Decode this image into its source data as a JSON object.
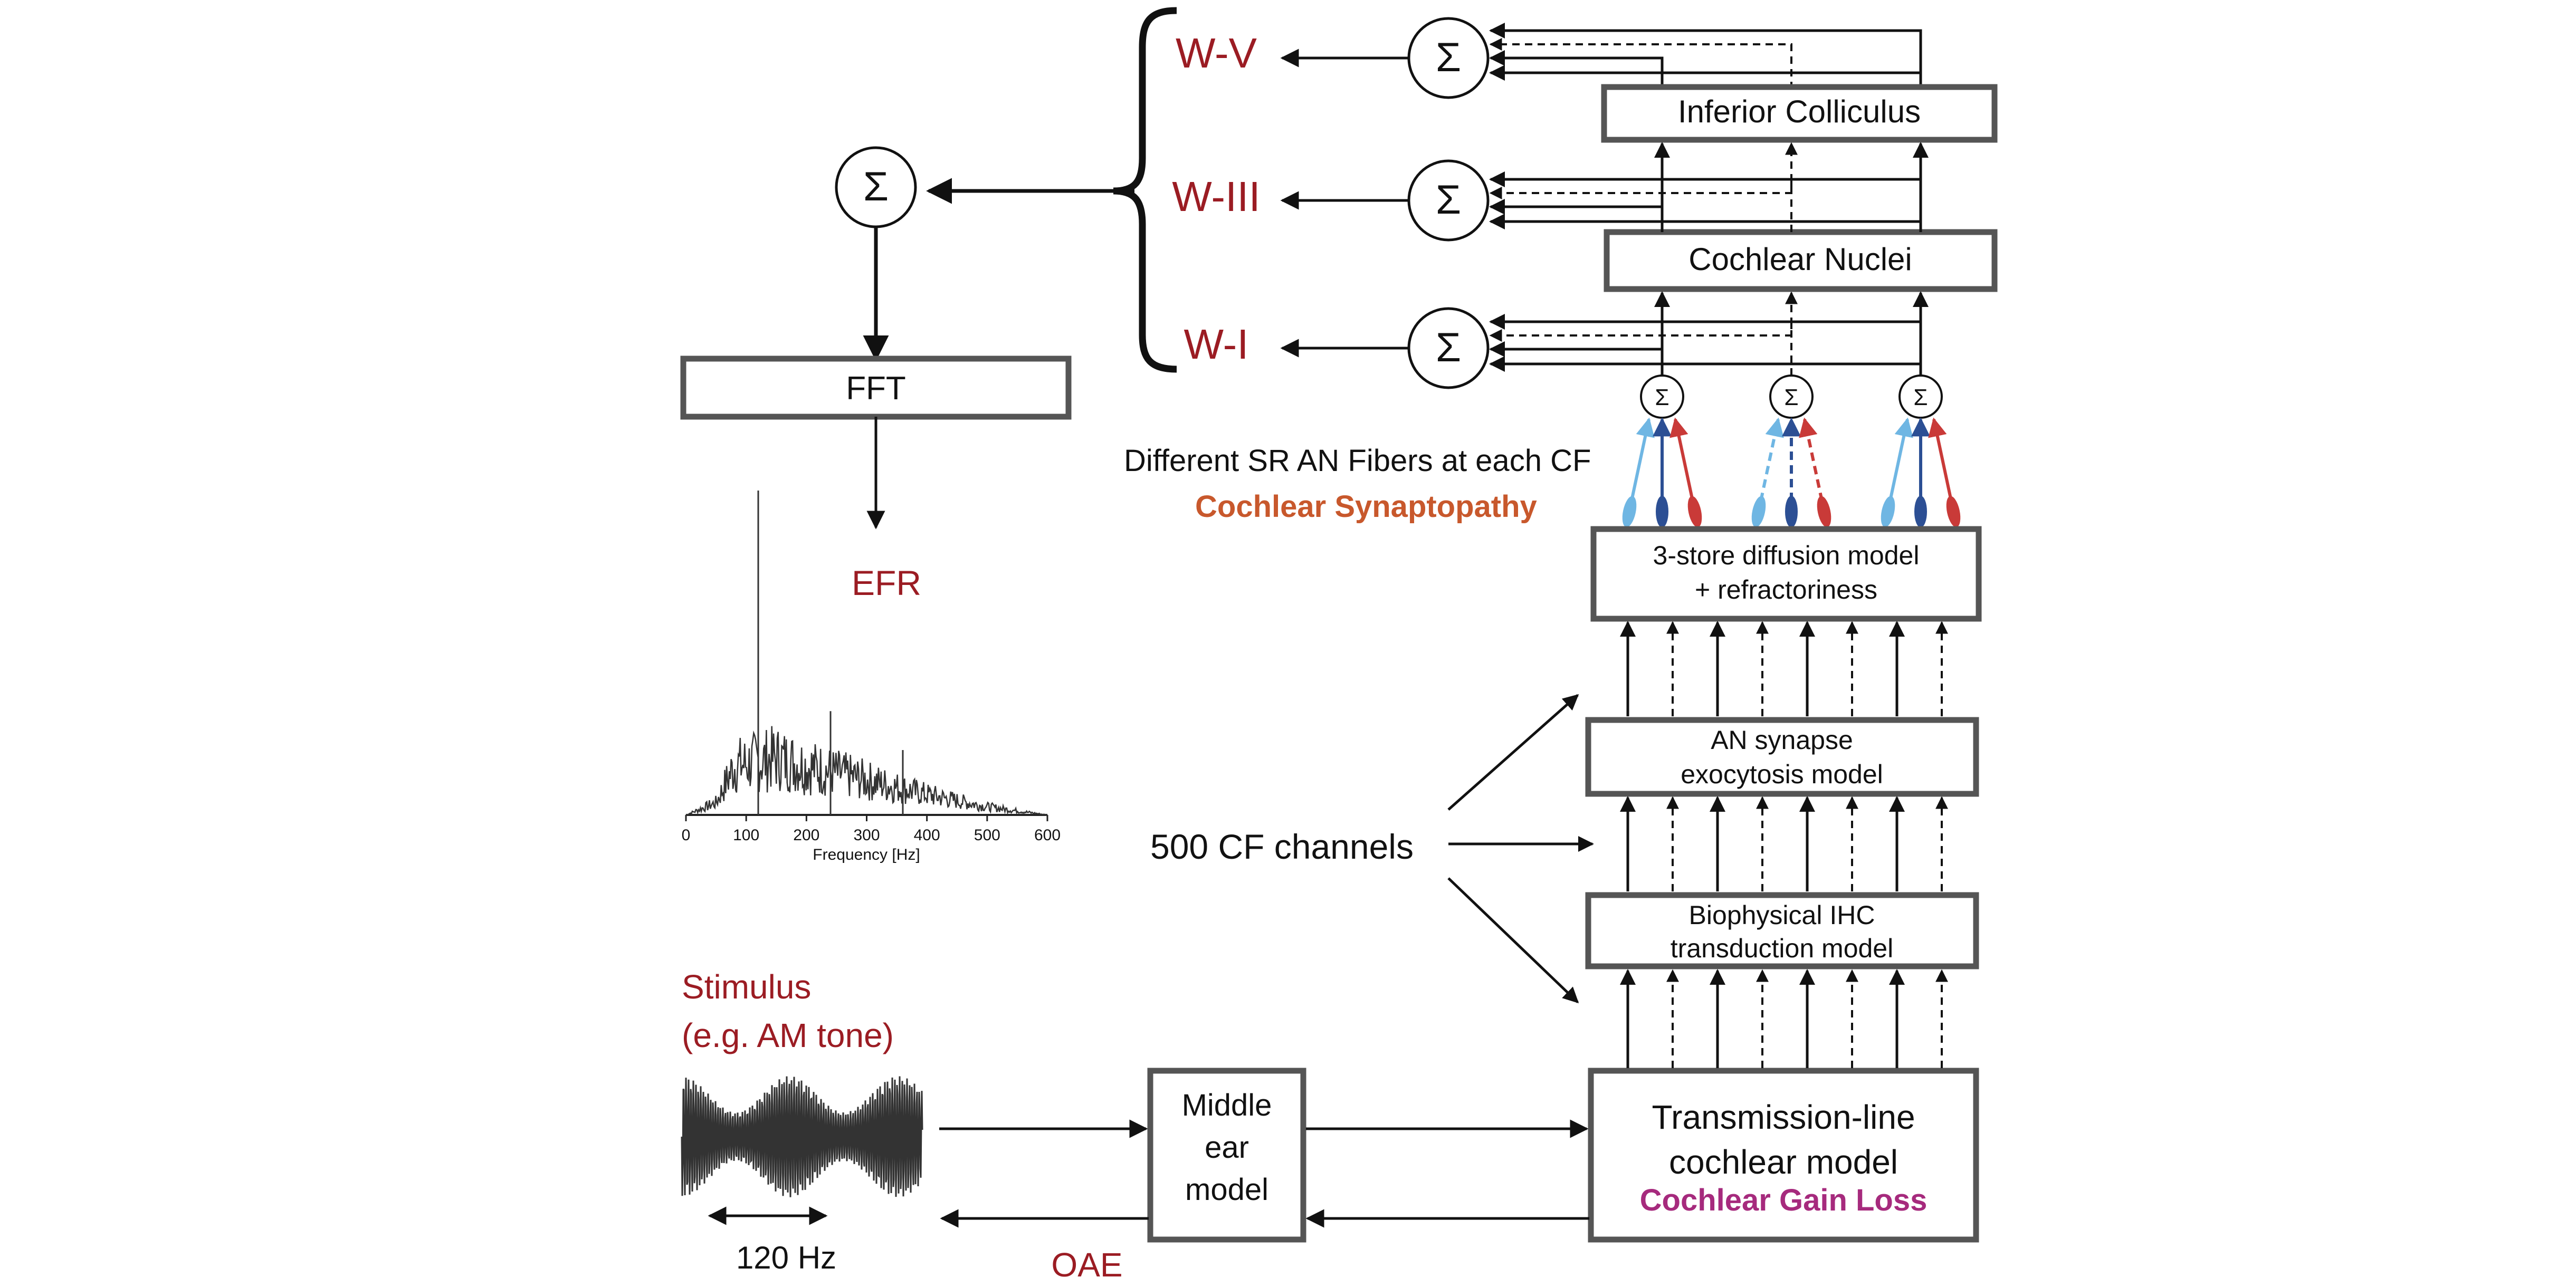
{
  "colors": {
    "dark_red": "#9b1c23",
    "orange": "#c8582c",
    "magenta": "#a62a7d",
    "fiber_light_blue": "#6fb6e3",
    "fiber_dark_blue": "#2c4f94",
    "fiber_red": "#c93a38",
    "box_stroke": "#555555"
  },
  "waves": {
    "w5": "W-V",
    "w3": "W-III",
    "w1": "W-I"
  },
  "sum_symbol": "Σ",
  "boxes": {
    "inferior_colliculus": "Inferior Colliculus",
    "cochlear_nuclei": "Cochlear Nuclei",
    "fft": "FFT",
    "diffusion_line1": "3-store diffusion model",
    "diffusion_line2": "+ refractoriness",
    "synapse_line1": "AN synapse",
    "synapse_line2": "exocytosis model",
    "ihc_line1": "Biophysical IHC",
    "ihc_line2": "transduction model",
    "middle_ear_line1": "Middle",
    "middle_ear_line2": "ear",
    "middle_ear_line3": "model",
    "tl_line1": "Transmission-line",
    "tl_line2": "cochlear model",
    "tl_line3": "Cochlear Gain Loss"
  },
  "labels": {
    "fibers": "Different SR AN Fibers at each CF",
    "synaptopathy": "Cochlear Synaptopathy",
    "efr": "EFR",
    "cf_channels": "500 CF channels",
    "stimulus_line1": "Stimulus",
    "stimulus_line2": "(e.g. AM tone)",
    "hz": "120 Hz",
    "oae": "OAE"
  },
  "chart_data": {
    "type": "line",
    "title": "",
    "xlabel": "Frequency [Hz]",
    "ylabel": "",
    "xlim": [
      0,
      600
    ],
    "xticks": [
      0,
      100,
      200,
      300,
      400,
      500,
      600
    ],
    "grid": false,
    "peaks": [
      {
        "x": 120,
        "y": 1.0
      },
      {
        "x": 240,
        "y": 0.32
      },
      {
        "x": 360,
        "y": 0.2
      }
    ],
    "envelope": [
      {
        "x": 0,
        "y": 0.0
      },
      {
        "x": 50,
        "y": 0.06
      },
      {
        "x": 80,
        "y": 0.24
      },
      {
        "x": 150,
        "y": 0.28
      },
      {
        "x": 200,
        "y": 0.24
      },
      {
        "x": 300,
        "y": 0.17
      },
      {
        "x": 400,
        "y": 0.1
      },
      {
        "x": 500,
        "y": 0.04
      },
      {
        "x": 600,
        "y": 0.0
      }
    ]
  }
}
